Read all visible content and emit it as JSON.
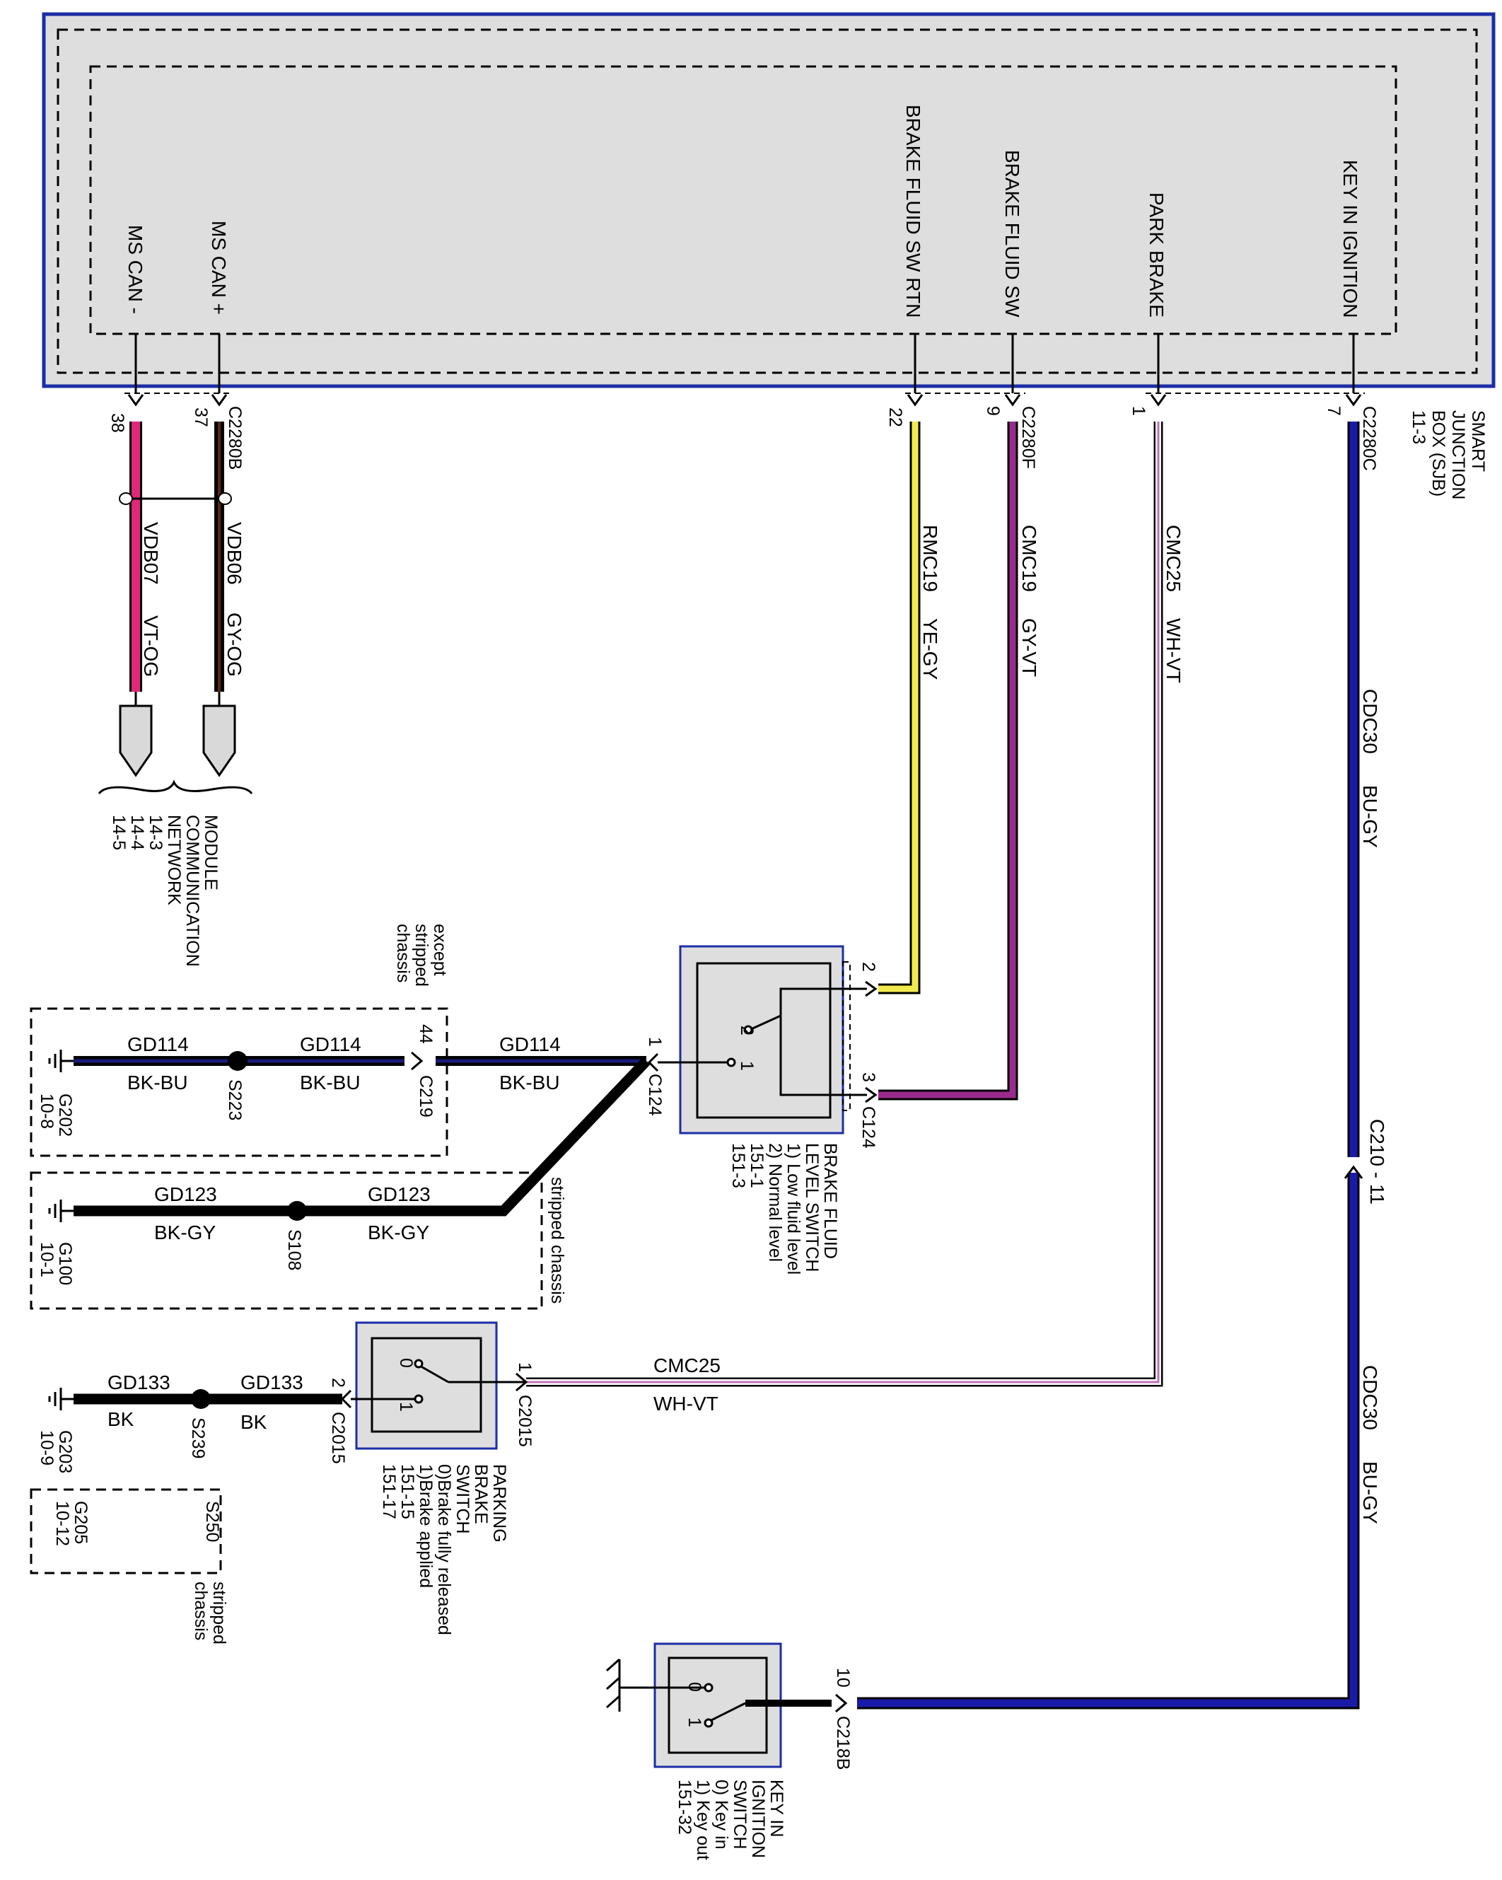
{
  "sjb": {
    "pins": {
      "ms_can_minus": "MS CAN -",
      "ms_can_plus": "MS CAN +",
      "brake_fluid_sw_rtn": "BRAKE FLUID SW RTN",
      "brake_fluid_sw": "BRAKE FLUID SW",
      "park_brake": "PARK BRAKE",
      "key_in_ignition": "KEY IN IGNITION"
    },
    "title": [
      "SMART",
      "JUNCTION",
      "BOX (SJB)",
      "11-3"
    ],
    "connectors": {
      "c2280b": "C2280B",
      "c2280f": "C2280F",
      "c2280c": "C2280C"
    },
    "pin_numbers": {
      "p38": "38",
      "p37": "37",
      "p22": "22",
      "p9": "9",
      "p1": "1",
      "p7": "7"
    }
  },
  "wires": {
    "vdb07": {
      "circuit": "VDB07",
      "color_code": "VT-OG"
    },
    "vdb06": {
      "circuit": "VDB06",
      "color_code": "GY-OG"
    },
    "rmc19": {
      "circuit": "RMC19",
      "color_code": "YE-GY"
    },
    "cmc19": {
      "circuit": "CMC19",
      "color_code": "GY-VT"
    },
    "cmc25_vertical": {
      "circuit": "CMC25",
      "color_code": "WH-VT"
    },
    "cdc30_upper": {
      "circuit": "CDC30",
      "color_code": "BU-GY"
    },
    "cdc30_lower": {
      "circuit": "CDC30",
      "color_code": "BU-GY"
    },
    "cmc25_horizontal": {
      "circuit": "CMC25",
      "color_code": "WH-VT"
    },
    "gd114_a": {
      "circuit": "GD114",
      "color_code": "BK-BU"
    },
    "gd114_b": {
      "circuit": "GD114",
      "color_code": "BK-BU"
    },
    "gd114_c": {
      "circuit": "GD114",
      "color_code": "BK-BU"
    },
    "gd123_a": {
      "circuit": "GD123",
      "color_code": "BK-GY"
    },
    "gd123_b": {
      "circuit": "GD123",
      "color_code": "BK-GY"
    },
    "gd133_a": {
      "circuit": "GD133",
      "color_code": "BK"
    },
    "gd133_b": {
      "circuit": "GD133",
      "color_code": "BK"
    }
  },
  "module_network": [
    "MODULE",
    "COMMUNICATION",
    "NETWORK",
    "14-3",
    "14-4",
    "14-5"
  ],
  "brake_fluid_switch": {
    "title": [
      "BRAKE FLUID",
      "LEVEL SWITCH",
      "1) Low fluid level",
      "2) Normal level",
      "151-1",
      "151-3"
    ],
    "pin_labels": {
      "two": "2",
      "three": "3",
      "one": "1",
      "contact_two": "2",
      "contact_one": "1"
    },
    "connectors": {
      "top": "C124",
      "left": "C124"
    }
  },
  "parking_brake_switch": {
    "title": [
      "PARKING",
      "BRAKE",
      "SWITCH",
      "0)Brake fully released",
      "1)Brake applied",
      "151-15",
      "151-17"
    ],
    "pin_labels": {
      "one": "1",
      "two": "2",
      "contact_zero": "0",
      "contact_one": "1"
    },
    "connectors": {
      "right": "C2015",
      "left": "C2015"
    }
  },
  "key_switch": {
    "title": [
      "KEY IN",
      "IGNITION",
      "SWITCH",
      "0) Key in",
      "1) Key out",
      "151-32"
    ],
    "pin_labels": {
      "ten": "10",
      "contact_zero": "0",
      "contact_one": "1"
    },
    "connector": "C218B"
  },
  "inline_connectors": {
    "c210": "C210 - 11",
    "c219": "C219",
    "c219_pin": "44"
  },
  "splices": {
    "s223": "S223",
    "s108": "S108",
    "s239": "S239",
    "s250": "S250"
  },
  "grounds": {
    "g202": [
      "G202",
      "10-8"
    ],
    "g100": [
      "G100",
      "10-1"
    ],
    "g203": [
      "G203",
      "10-9"
    ],
    "g205": [
      "G205",
      "10-12"
    ]
  },
  "notes": {
    "except_stripped": [
      "except",
      "stripped",
      "chassis"
    ],
    "stripped_chassis_a": "stripped chassis",
    "stripped_chassis_b": [
      "stripped",
      "chassis"
    ]
  },
  "colors": {
    "sjb_border": "#1c2ea6",
    "sjb_fill": "#dedede",
    "vt_og": "#e0287a",
    "gy_og": "#000000",
    "ye_gy": "#f2e94e",
    "gy_vt": "#9b2a8f",
    "wh_vt": "#c070b8",
    "bu_gy": "#1a1aa8",
    "bk_bu": "#1a1a7a"
  }
}
